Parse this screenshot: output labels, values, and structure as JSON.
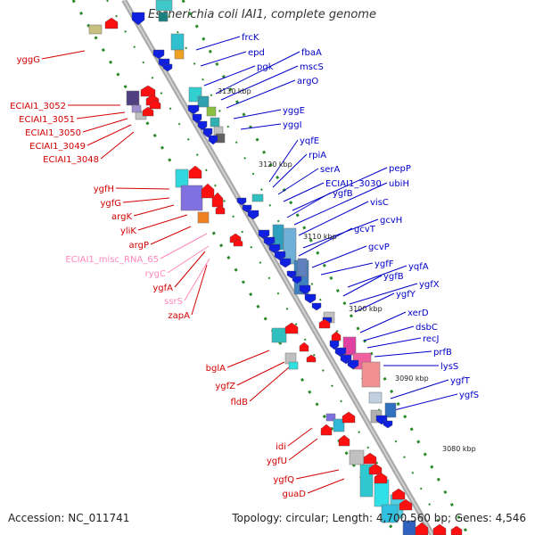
{
  "title": "Escherichia coli IAI1, complete genome",
  "footer": {
    "accession": "Accession: NC_011741",
    "topology": "Topology: circular; Length: 4,700,560 bp; Genes: 4,546"
  },
  "colors": {
    "backbone": "#a8a8a8",
    "reverse_label": "#d40000",
    "forward_label": "#0000c8",
    "misc_rna_label": "#ff88bb",
    "tick_dash": "#2a8a2a"
  },
  "scale": [
    "3130 kbp",
    "3120 kbp",
    "3110 kbp",
    "3100 kbp",
    "3090 kbp",
    "3080 kbp"
  ],
  "genes_left": [
    "yggG",
    "ECIAI1_3052",
    "ECIAI1_3051",
    "ECIAI1_3050",
    "ECIAI1_3049",
    "ECIAI1_3048",
    "ygfH",
    "ygfG",
    "argK",
    "yliK",
    "argP",
    "ECIAI1_misc_RNA_65",
    "rygC",
    "ygfA",
    "ssrS",
    "zapA",
    "bglA",
    "ygfZ",
    "fldB",
    "idi",
    "ygfU",
    "ygfQ",
    "guaD"
  ],
  "genes_right": [
    "frcK",
    "epd",
    "pgk",
    "fbaA",
    "mscS",
    "argO",
    "yggE",
    "yggI",
    "yqfE",
    "rpiA",
    "serA",
    "ECIAI1_3030",
    "pepP",
    "ygfB",
    "ubiH",
    "visC",
    "gcvH",
    "gcvT",
    "gcvP",
    "ygfF",
    "yqfA",
    "ygfB",
    "ygfX",
    "ygfY",
    "xerD",
    "dsbC",
    "recJ",
    "prfB",
    "lysS",
    "ygfT",
    "ygfS"
  ]
}
